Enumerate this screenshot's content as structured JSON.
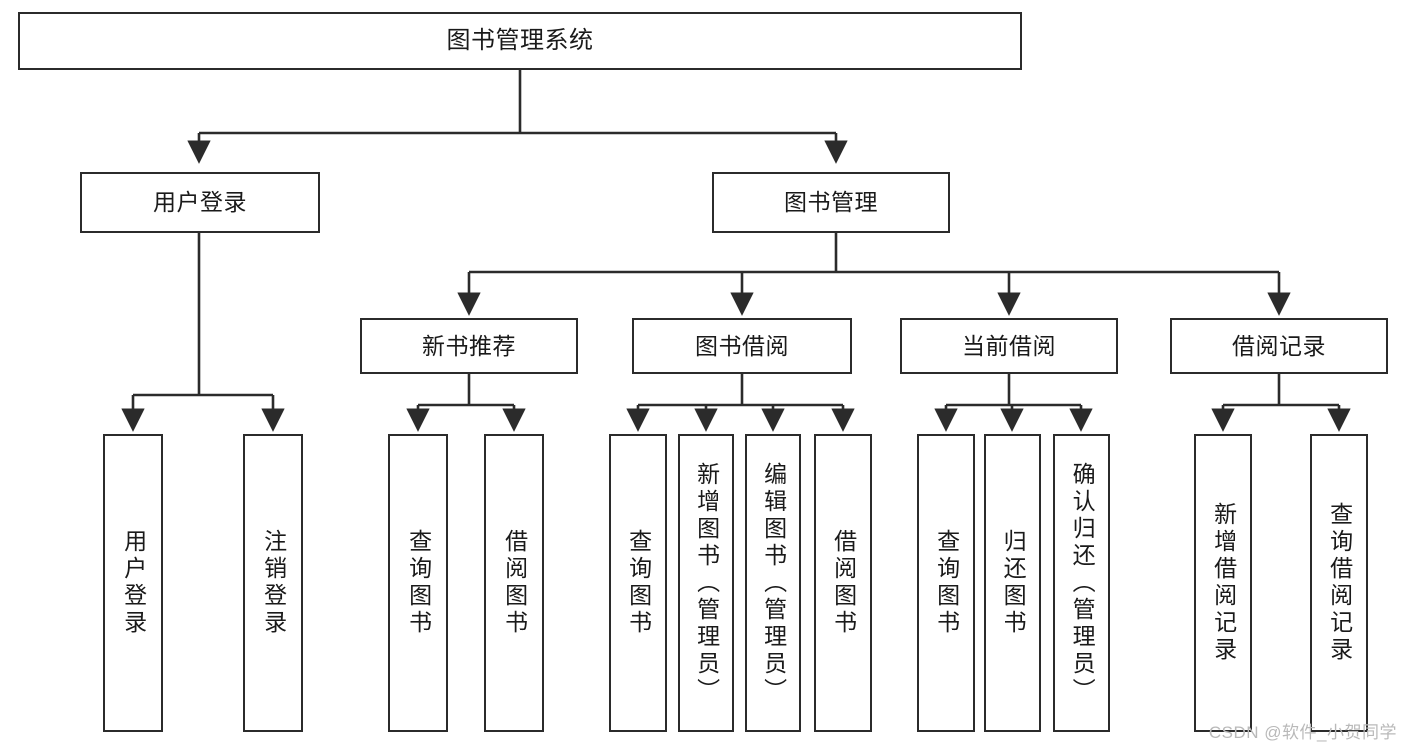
{
  "diagram": {
    "title": "图书管理系统",
    "watermark": "CSDN @软件_小贺同学",
    "colors": {
      "stroke": "#2b2b2b",
      "fill": "#ffffff",
      "text": "#1a1a1a",
      "watermark": "#b9b9b9"
    },
    "nodes": {
      "root": {
        "label": "图书管理系统"
      },
      "level2": [
        {
          "id": "user-login",
          "label": "用户登录"
        },
        {
          "id": "book-management",
          "label": "图书管理"
        }
      ],
      "level3": [
        {
          "id": "new-book-recommend",
          "label": "新书推荐"
        },
        {
          "id": "book-borrow",
          "label": "图书借阅"
        },
        {
          "id": "current-borrow",
          "label": "当前借阅"
        },
        {
          "id": "borrow-records",
          "label": "借阅记录"
        }
      ],
      "leaves": [
        {
          "id": "leaf-user-login",
          "label": "用户登录",
          "parent": "user-login"
        },
        {
          "id": "leaf-logout",
          "label": "注销登录",
          "parent": "user-login"
        },
        {
          "id": "leaf-query-book-1",
          "label": "查询图书",
          "parent": "new-book-recommend"
        },
        {
          "id": "leaf-borrow-book-1",
          "label": "借阅图书",
          "parent": "new-book-recommend"
        },
        {
          "id": "leaf-query-book-2",
          "label": "查询图书",
          "parent": "book-borrow"
        },
        {
          "id": "leaf-add-book",
          "label": "新增图书（管理员）",
          "parent": "book-borrow"
        },
        {
          "id": "leaf-edit-book",
          "label": "编辑图书（管理员）",
          "parent": "book-borrow"
        },
        {
          "id": "leaf-borrow-book-2",
          "label": "借阅图书",
          "parent": "book-borrow"
        },
        {
          "id": "leaf-query-book-3",
          "label": "查询图书",
          "parent": "current-borrow"
        },
        {
          "id": "leaf-return-book",
          "label": "归还图书",
          "parent": "current-borrow"
        },
        {
          "id": "leaf-confirm-return",
          "label": "确认归还（管理员）",
          "parent": "current-borrow"
        },
        {
          "id": "leaf-add-record",
          "label": "新增借阅记录",
          "parent": "borrow-records"
        },
        {
          "id": "leaf-query-record",
          "label": "查询借阅记录",
          "parent": "borrow-records"
        }
      ]
    }
  }
}
